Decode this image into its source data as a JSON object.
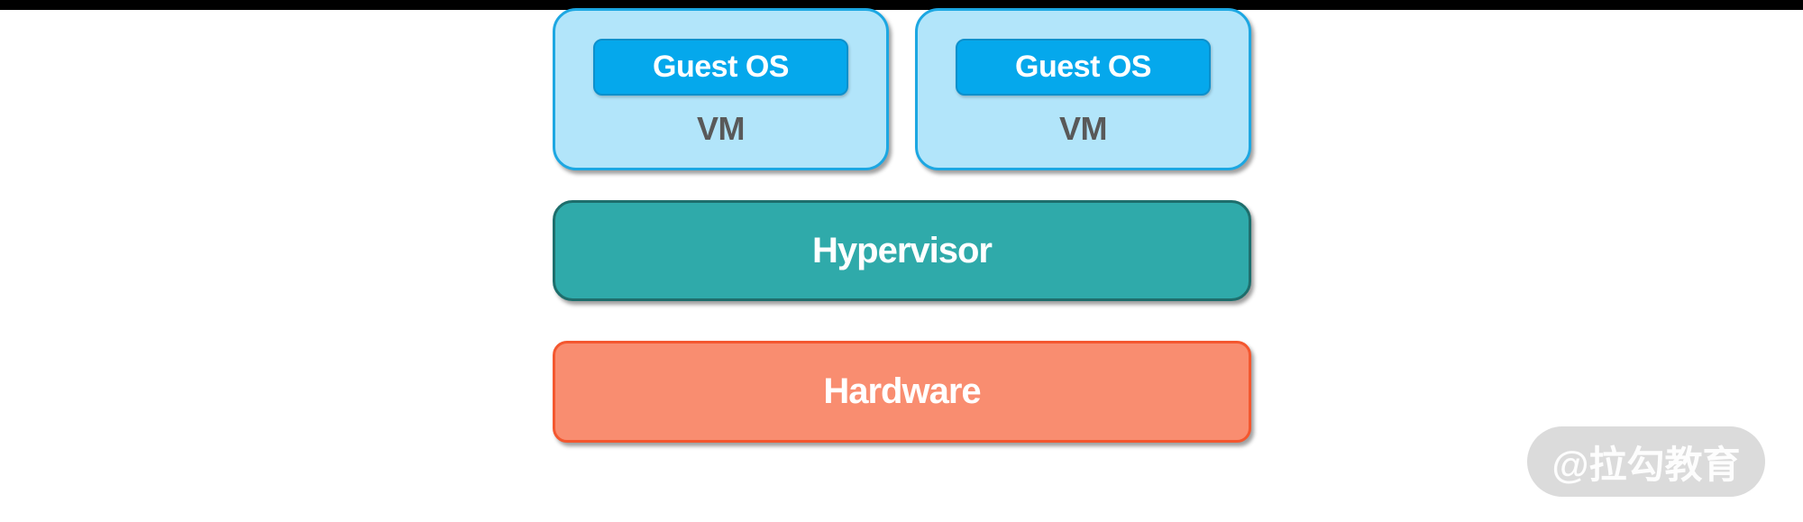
{
  "top_bar": {
    "color": "#000000"
  },
  "diagram": {
    "vms": [
      {
        "guest_os_label": "Guest OS",
        "vm_label": "VM"
      },
      {
        "guest_os_label": "Guest OS",
        "vm_label": "VM"
      }
    ],
    "layers": [
      {
        "id": "hypervisor",
        "label": "Hypervisor",
        "fill": "#2FAAAA",
        "border": "#1E6E6C",
        "text_color": "#FFFFFF"
      },
      {
        "id": "hardware",
        "label": "Hardware",
        "fill": "#F98D70",
        "border": "#F4572F",
        "text_color": "#FFFFFF"
      }
    ],
    "colors": {
      "vm_fill": "#B2E5FA",
      "vm_border": "#1CA7E2",
      "vm_text": "#595959",
      "guest_fill": "#05A8EC",
      "guest_border": "#0D90CC",
      "guest_text": "#FFFFFF"
    }
  },
  "watermark": {
    "text": "@拉勾教育",
    "bg": "#DBDBDB",
    "text_color": "rgba(255,255,255,0.93)"
  }
}
